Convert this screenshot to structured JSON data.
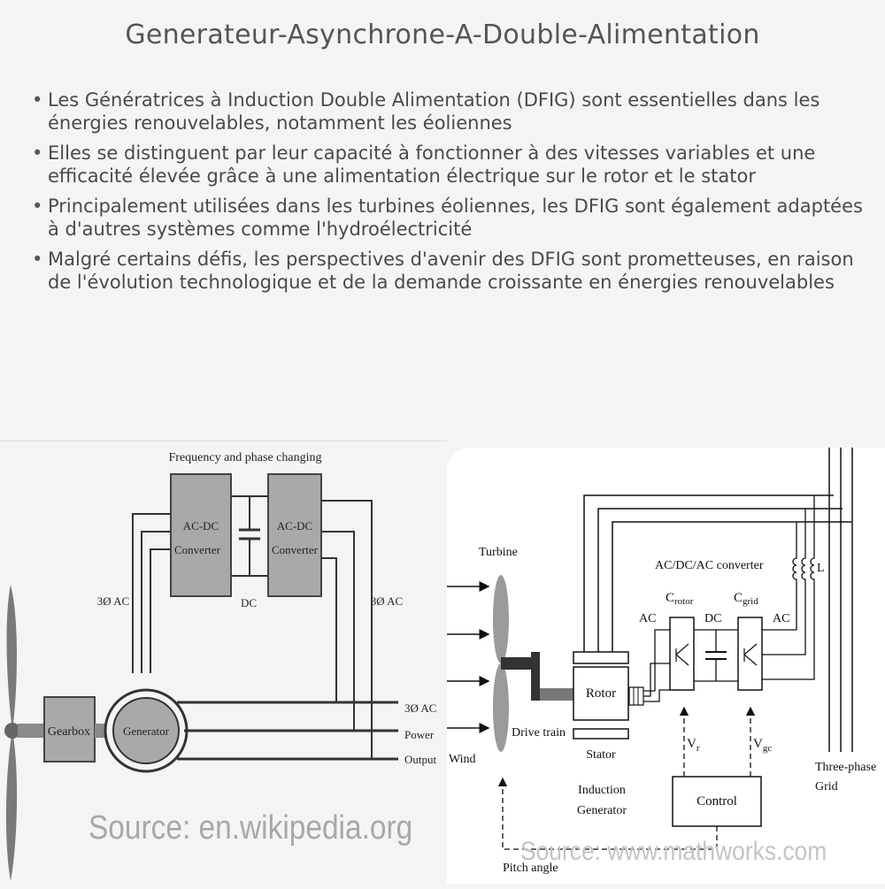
{
  "title": "Generateur-Asynchrone-A-Double-Alimentation",
  "bullets": [
    "Les Génératrices à Induction Double Alimentation (DFIG) sont essentielles dans les énergies renouvelables, notamment les éoliennes",
    "Elles se distinguent par leur capacité à fonctionner à des vitesses variables et une efficacité élevée grâce à une alimentation électrique sur le rotor et le stator",
    "Principalement utilisées dans les turbines éoliennes, les DFIG sont également adaptées à d'autres systèmes comme l'hydroélectricité",
    "Malgré certains défis, les perspectives d'avenir des DFIG sont prometteuses, en raison de l'évolution technologique et de la demande croissante en énergies renouvelables"
  ],
  "left_diagram": {
    "header": "Frequency and phase changing",
    "converter1_line1": "AC-DC",
    "converter1_line2": "Converter",
    "converter2_line1": "AC-DC",
    "converter2_line2": "Converter",
    "dc_label": "DC",
    "ac_left": "3Ø AC",
    "ac_right": "3Ø AC",
    "generator": "Generator",
    "gearbox": "Gearbox",
    "out_ac": "3Ø AC",
    "out_power": "Power",
    "out_output": "Output",
    "source": "Source: en.wikipedia.org"
  },
  "right_diagram": {
    "turbine": "Turbine",
    "wind": "Wind",
    "drive_train": "Drive train",
    "rotor": "Rotor",
    "stator": "Stator",
    "induction_line1": "Induction",
    "induction_line2": "Generator",
    "converter": "AC/DC/AC converter",
    "ac1": "AC",
    "dc": "DC",
    "ac2": "AC",
    "c_letter": "C",
    "c_rotor_sub": "rotor",
    "c_grid_sub": "grid",
    "v_letter": "V",
    "v_r_sub": "r",
    "v_gc_sub": "gc",
    "l_label": "L",
    "control": "Control",
    "pitch": "Pitch angle",
    "grid_line1": "Three-phase",
    "grid_line2": "Grid",
    "source": "Source: www.mathworks.com"
  }
}
